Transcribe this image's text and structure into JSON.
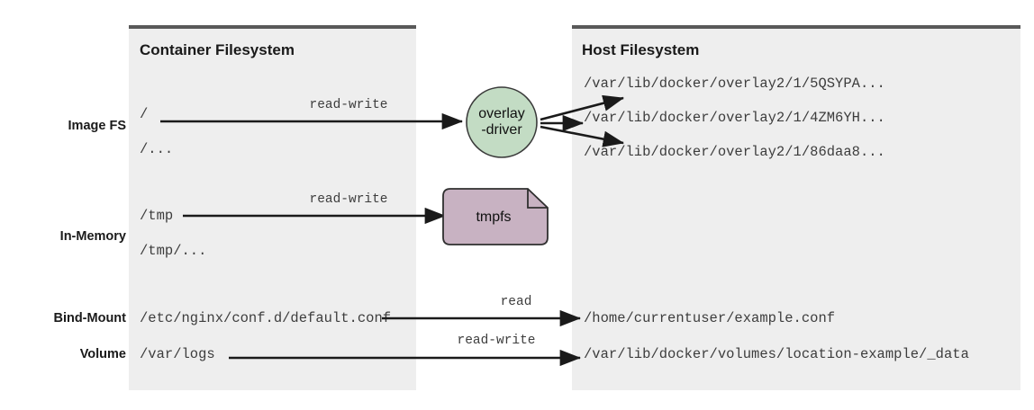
{
  "panels": {
    "container": {
      "title": "Container Filesystem"
    },
    "host": {
      "title": "Host Filesystem"
    }
  },
  "rows": [
    {
      "label": "Image FS",
      "container_paths": [
        "/",
        "/..."
      ],
      "edge_label": "read-write",
      "target_node": "overlay-driver"
    },
    {
      "label": "In-Memory",
      "container_paths": [
        "/tmp",
        "/tmp/..."
      ],
      "edge_label": "read-write",
      "target_node": "tmpfs"
    },
    {
      "label": "Bind-Mount",
      "container_paths": [
        "/etc/nginx/conf.d/default.conf"
      ],
      "edge_label": "read",
      "host_path": "/home/currentuser/example.conf"
    },
    {
      "label": "Volume",
      "container_paths": [
        "/var/logs"
      ],
      "edge_label": "read-write",
      "host_path": "/var/lib/docker/volumes/location-example/_data"
    }
  ],
  "nodes": {
    "overlay_driver": {
      "line1": "overlay",
      "line2": "-driver",
      "fill": "#c3dcc4",
      "stroke": "#3a3a3a"
    },
    "tmpfs": {
      "label": "tmpfs",
      "fill": "#c8b2c2",
      "stroke": "#2f2f2f"
    }
  },
  "host_overlay_paths": [
    "/var/lib/docker/overlay2/1/5QSYPA...",
    "/var/lib/docker/overlay2/1/4ZM6YH...",
    "/var/lib/docker/overlay2/1/86daa8..."
  ],
  "colors": {
    "panel_bg": "#eeeeee",
    "panel_top_border": "#595959",
    "arrow": "#1a1a1a",
    "mono_text": "#3d3d3d",
    "heading_text": "#1a1a1a"
  }
}
